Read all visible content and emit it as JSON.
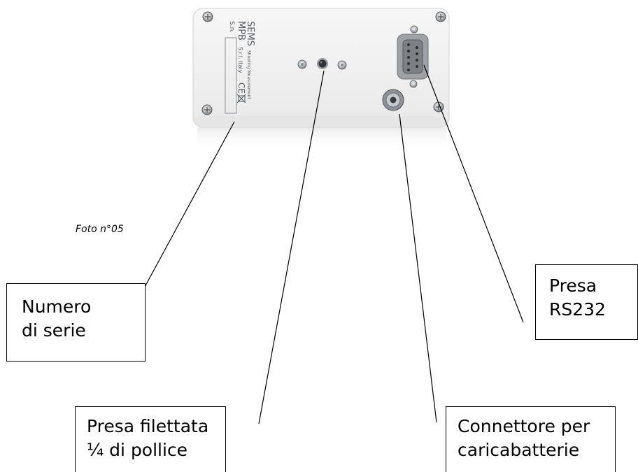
{
  "caption": "Foto n°05",
  "device_label": {
    "brand": "SEMS",
    "brand_subtitle": "Shooting Measurement",
    "maker": "MPB",
    "maker_subtitle": "S.r.l. Italy",
    "ce_mark": "CE",
    "serial_label": "S.n."
  },
  "callouts": {
    "serial_number": {
      "line1": "Numero",
      "line2": "di serie"
    },
    "rs232_port": {
      "line1": "Presa",
      "line2": "RS232"
    },
    "threaded_socket": {
      "line1": "Presa filettata",
      "line2": "¼ di pollice"
    },
    "charger_connector": {
      "line1": "Connettore per",
      "line2": "caricabatterie"
    }
  }
}
